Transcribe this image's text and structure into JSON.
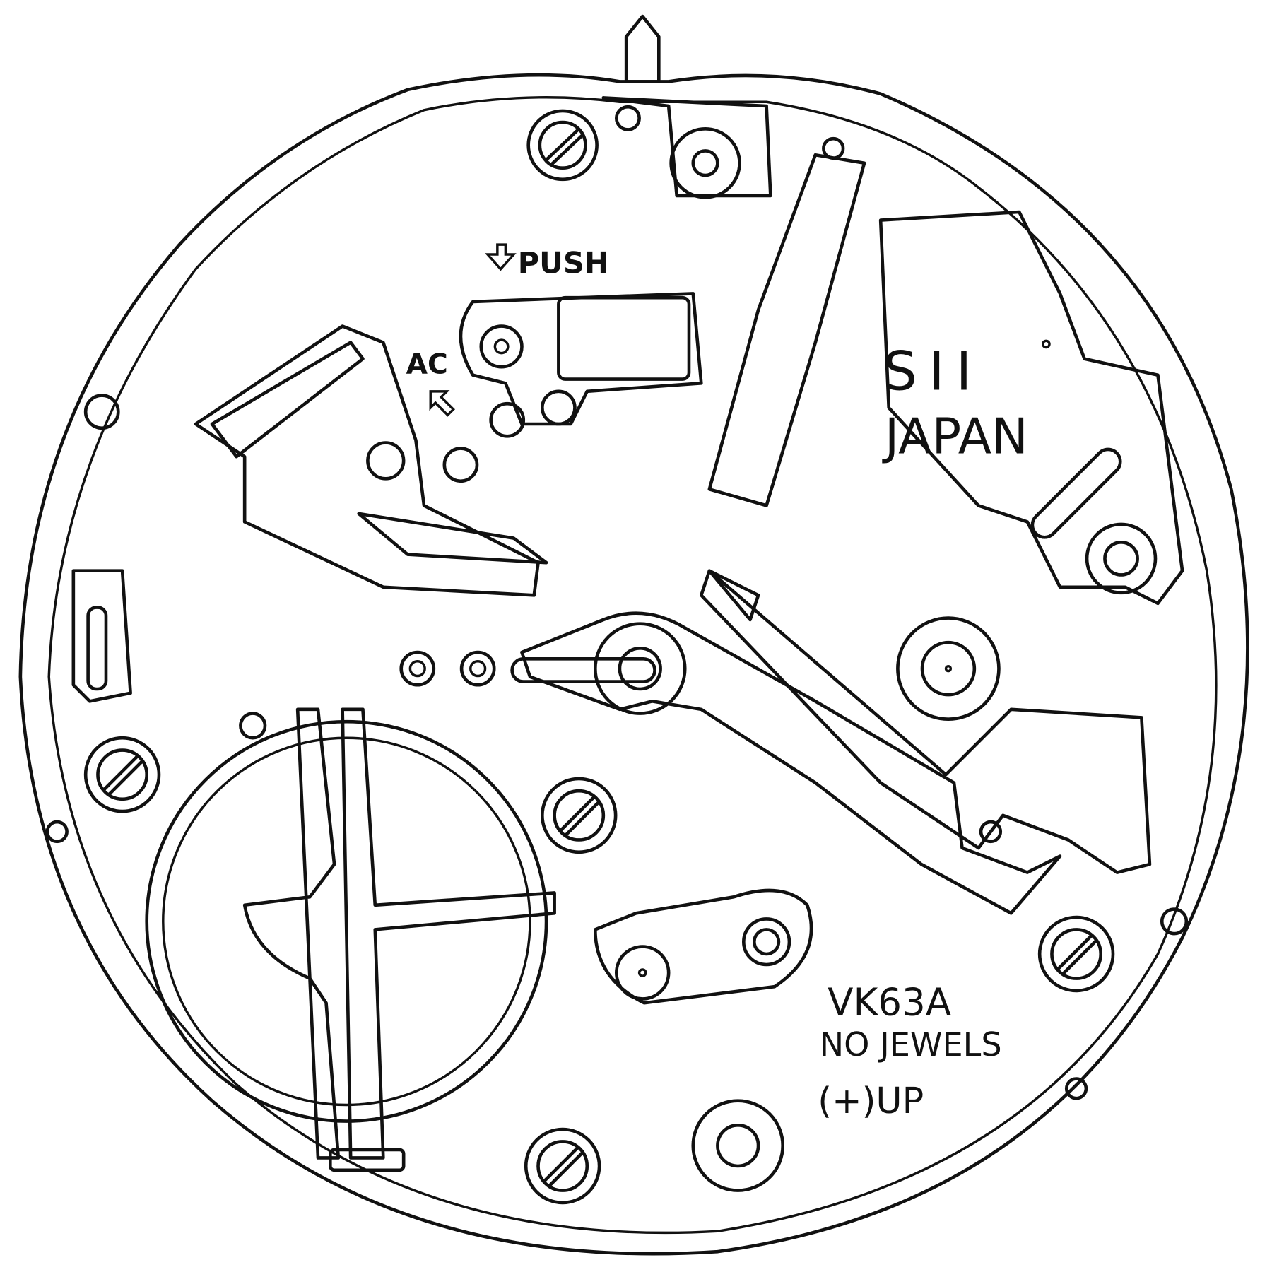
{
  "labels": {
    "push": "PUSH",
    "ac": "AC",
    "brand": "SII",
    "country": "JAPAN",
    "model": "VK63A",
    "jewels": "NO JEWELS",
    "polarity": "(+)UP"
  },
  "colors": {
    "line": "#111111",
    "background": "#ffffff"
  }
}
